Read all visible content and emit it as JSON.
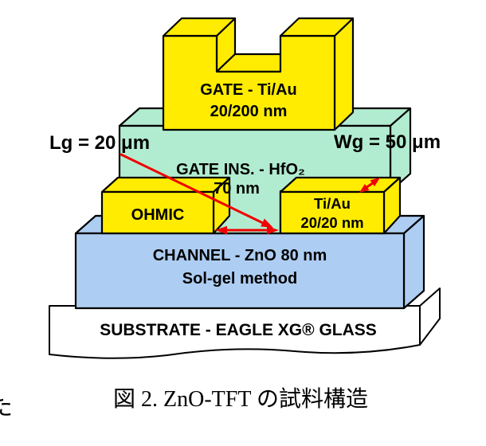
{
  "colors": {
    "metal_yellow": "#ffec00",
    "insulator_green": "#b2ecd0",
    "channel_blue": "#aecdf2",
    "substrate_white": "#ffffff",
    "annotation_red": "#f00000",
    "outline_black": "#000000"
  },
  "layers": {
    "gate": {
      "line1": "GATE - Ti/Au",
      "line2": "20/200 nm"
    },
    "gate_insulator": {
      "line1": "GATE INS. - HfO₂",
      "line2": "70 nm"
    },
    "source_contact": {
      "label": "OHMIC"
    },
    "drain_contact": {
      "line1": "Ti/Au",
      "line2": "20/20 nm"
    },
    "channel": {
      "line1": "CHANNEL - ZnO 80 nm",
      "line2": "Sol-gel method"
    },
    "substrate": {
      "label": "SUBSTRATE - EAGLE XG® GLASS"
    }
  },
  "annotations": {
    "gate_length": "Lg = 20 μm",
    "gate_width": "Wg = 50 μm"
  },
  "caption": {
    "text": "図 2.  ZnO-TFT の試料構造",
    "left_fragment": "た"
  }
}
